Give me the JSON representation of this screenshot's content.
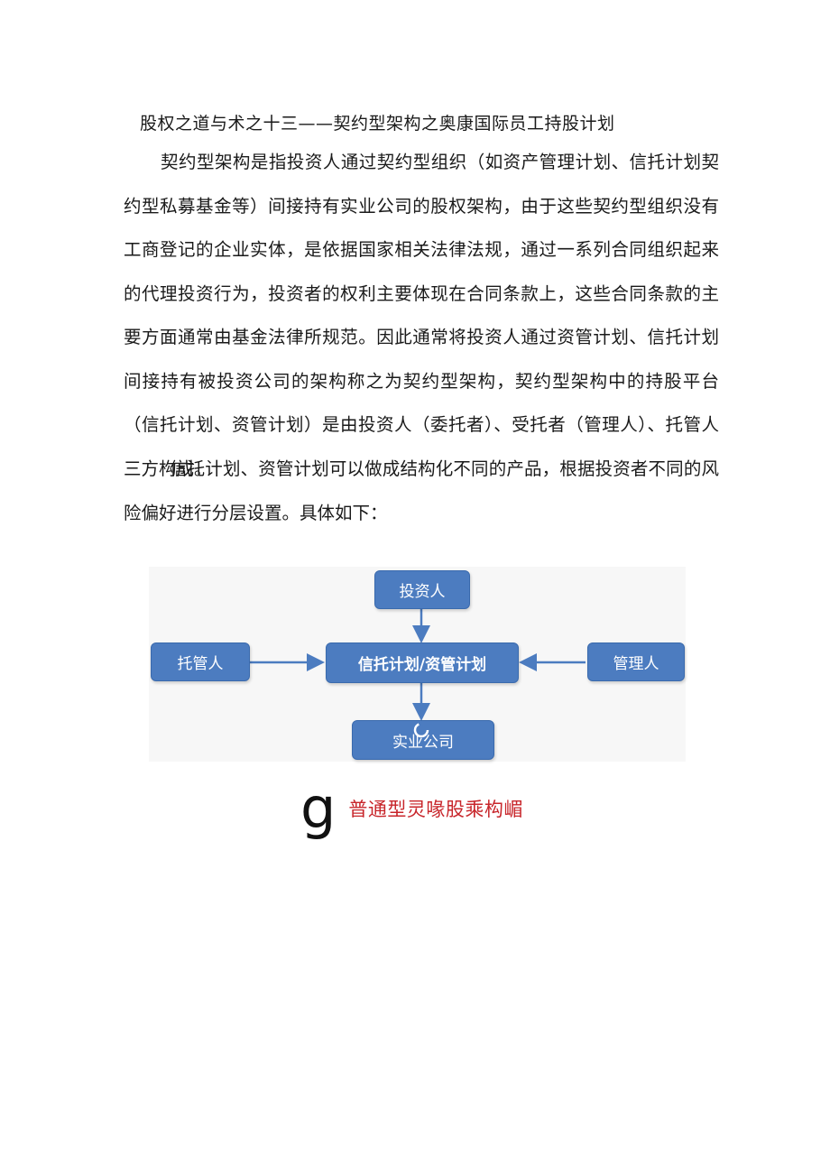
{
  "document": {
    "title": "股权之道与术之十三——契约型架构之奥康国际员工持股计划",
    "paragraphs": [
      "契约型架构是指投资人通过契约型组织（如资产管理计划、信托计划契约型私募基金等）间接持有实业公司的股权架构，由于这些契约型组织没有工商登记的企业实体，是依据国家相关法律法规，通过一系列合同组织起来的代理投资行为，投资者的权利主要体现在合同条款上，这些合同条款的主要方面通常由基金法律所规范。因此通常将投资人通过资管计划、信托计划间接持有被投资公司的架构称之为契约型架构，契约型架构中的持股平台（信托计划、资管计划）是由投资人（委托者）、受托者（管理人）、托管人三方构成。",
      "信托计划、资管计划可以做成结构化不同的产品，根据投资者不同的风险偏好进行分层设置。具体如下："
    ]
  },
  "diagram": {
    "nodes": {
      "investor": "投资人",
      "custodian": "托管人",
      "plan": "信托计划/资管计划",
      "manager": "管理人",
      "company": "实业公司"
    },
    "colors": {
      "node_fill": "#4c7cc0",
      "arrow": "#4c7cc0"
    }
  },
  "caption": {
    "glyph": "g",
    "text": "普通型灵喙股乘构嵋",
    "color": "#c8262b"
  }
}
